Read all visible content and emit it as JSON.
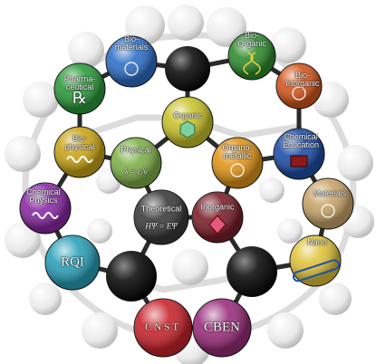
{
  "colors": {
    "rod": "#e6e6e6",
    "white_ball": "#f2f2f2",
    "black_ball": "#1c1c1c"
  },
  "nodes": {
    "biomaterials": {
      "label": "Bio-\nmaterials",
      "color": "#2f6fc9",
      "icon": "burst-icon"
    },
    "bioorganic": {
      "label": "Bio-\nOrganic",
      "color": "#2e8b2e",
      "icon": "dna-helix-icon"
    },
    "bioinorganic": {
      "label": "Bio-\nInorganic",
      "color": "#d4561e",
      "icon": "molecule-cluster-icon"
    },
    "pharmaceutical": {
      "label": "Pharma-\nceutical",
      "color": "#2b9a3a",
      "icon": "rx-icon",
      "symbol": "℞"
    },
    "organic": {
      "label": "Organic",
      "color": "#c8c22a",
      "icon": "hexagon-icon"
    },
    "biophysical": {
      "label": "Bio-\nphysical",
      "color": "#c9a517",
      "icon": "spring-icon"
    },
    "physical": {
      "label": "Physical",
      "color": "#7fb04a",
      "icon": "wave-equation-icon",
      "symbol": "λ = c/ν"
    },
    "organometallic": {
      "label": "Organo-\nmetallic",
      "color": "#e0941a",
      "icon": "metal-complex-icon"
    },
    "chemical_education": {
      "label": "Chemical\nEducation",
      "color": "#1e4fa8",
      "icon": "book-icon"
    },
    "chemical_physics": {
      "label": "Chemical\nPhysics",
      "color": "#8a2aa5",
      "icon": "wave-icon"
    },
    "theoretical": {
      "label": "Theoretical",
      "color": "#3a3a3a",
      "icon": "equation-icon",
      "symbol": "HΨ = EΨ"
    },
    "inorganic": {
      "label": "Inorganic",
      "color": "#7a1f2b",
      "icon": "crystal-icon"
    },
    "materials": {
      "label": "Materials",
      "color": "#c8a46a",
      "icon": "lattice-icon"
    },
    "rqi": {
      "label": "",
      "color": "#2aa0b8",
      "icon": "rqi-logo-icon",
      "symbol": "RQI"
    },
    "nano": {
      "label": "Nano",
      "color": "#e0c33a",
      "icon": "nanotube-icon"
    },
    "cnst": {
      "label": "",
      "color": "#c8232b",
      "icon": "cnst-logo-icon",
      "symbol": "CNST"
    },
    "cben": {
      "label": "",
      "color": "#9a2d7a",
      "icon": "cben-logo-icon",
      "symbol": "CBEN"
    }
  }
}
